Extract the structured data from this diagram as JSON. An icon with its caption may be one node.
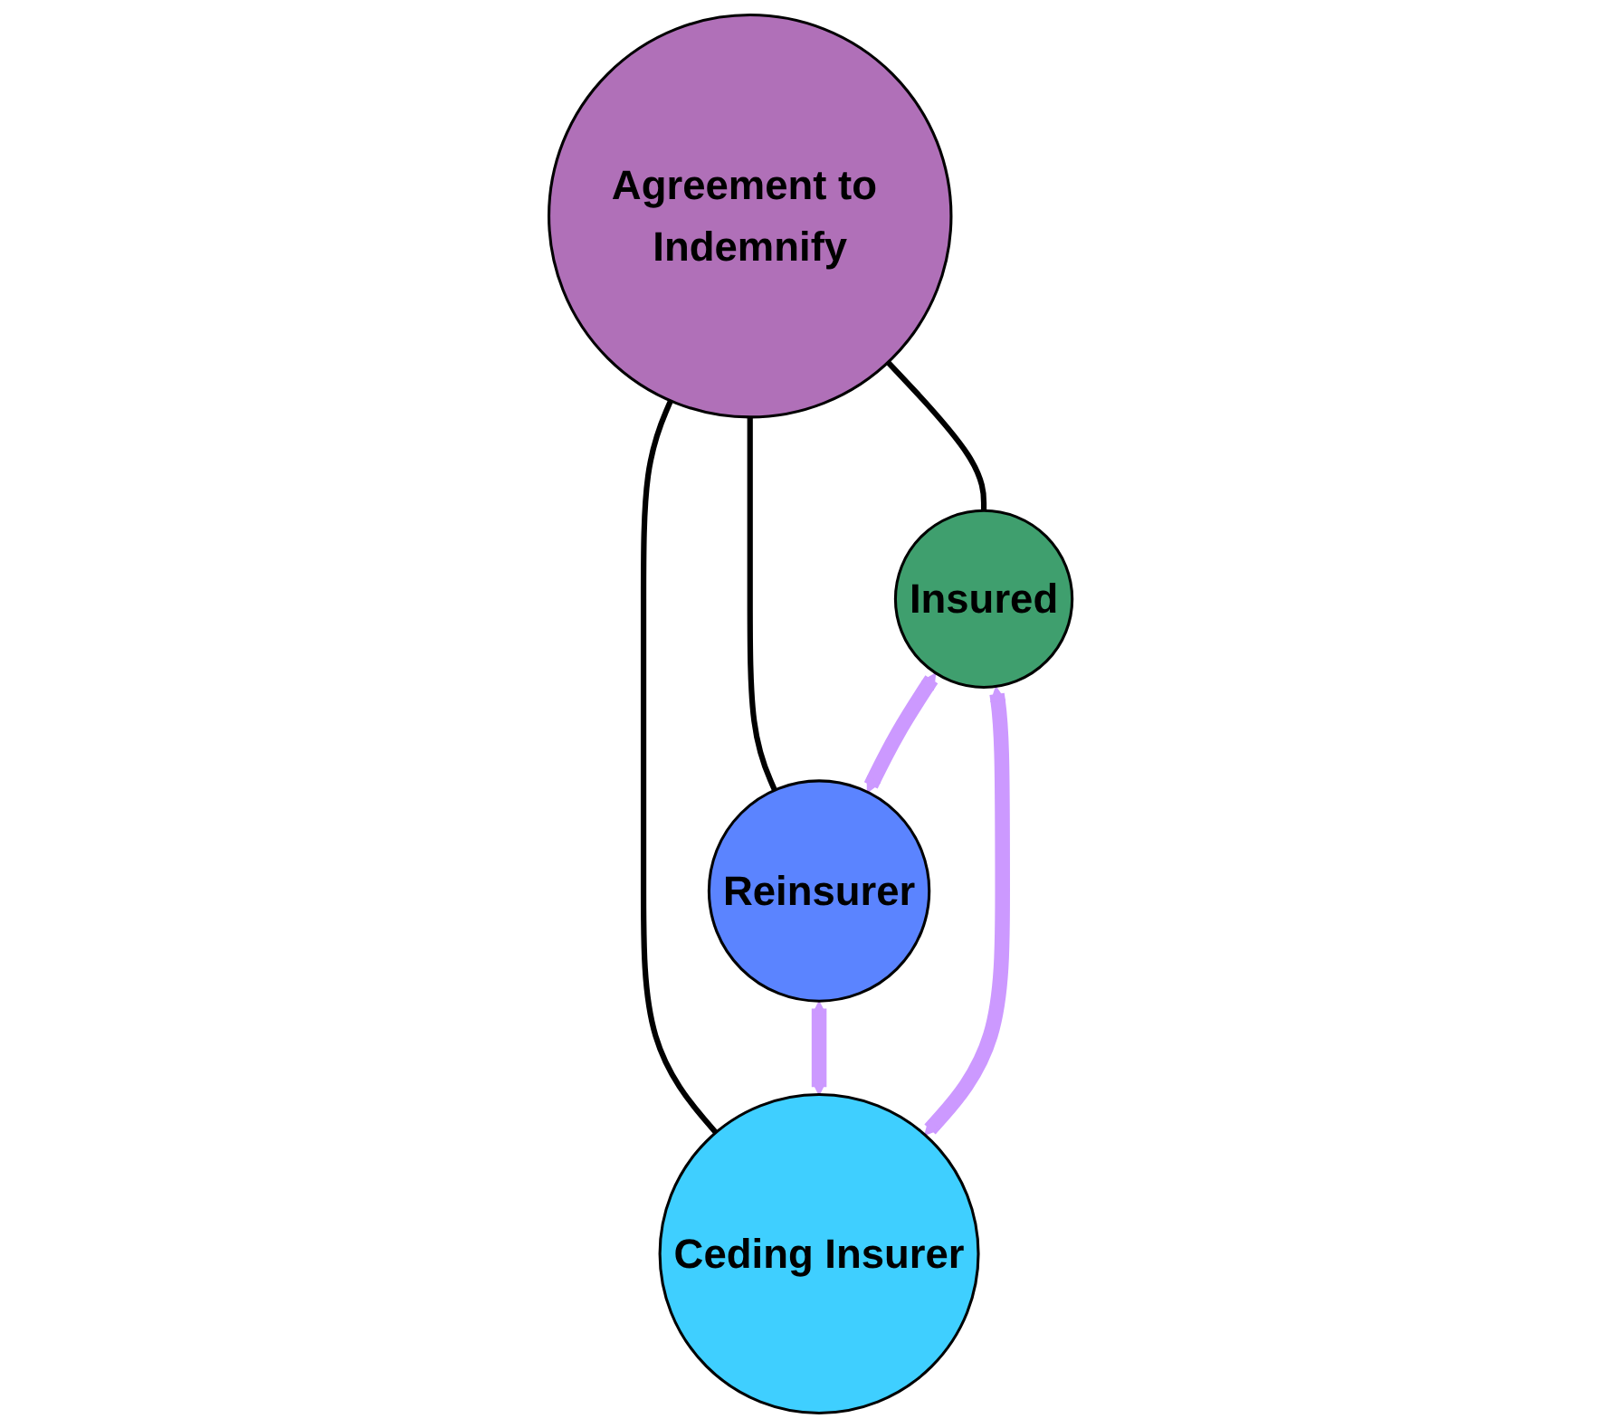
{
  "diagram": {
    "nodes": [
      {
        "text": [
          "Reinsurer"
        ]
      },
      {
        "text": [
          "Agreement to Indemnify"
        ]
      },
      {
        "text": [
          "Insured"
        ]
      },
      {
        "text": [
          "Ceding Insurer"
        ]
      }
    ],
    "edges": [
      {
        "from": 1,
        "to": 0,
        "arrow": "none"
      },
      {
        "from": 1,
        "to": 2,
        "arrow": "none"
      },
      {
        "from": 1,
        "to": 3,
        "arrow": "none"
      },
      {
        "from": 2,
        "to": 0,
        "arrow": "both",
        "style": "thick",
        "color": "#cc99ff"
      },
      {
        "from": 0,
        "to": 3,
        "arrow": "both",
        "style": "thick",
        "color": "#cc99ff"
      },
      {
        "from": 2,
        "to": 3,
        "arrow": "both",
        "style": "thick",
        "color": "#cc99ff"
      }
    ]
  }
}
